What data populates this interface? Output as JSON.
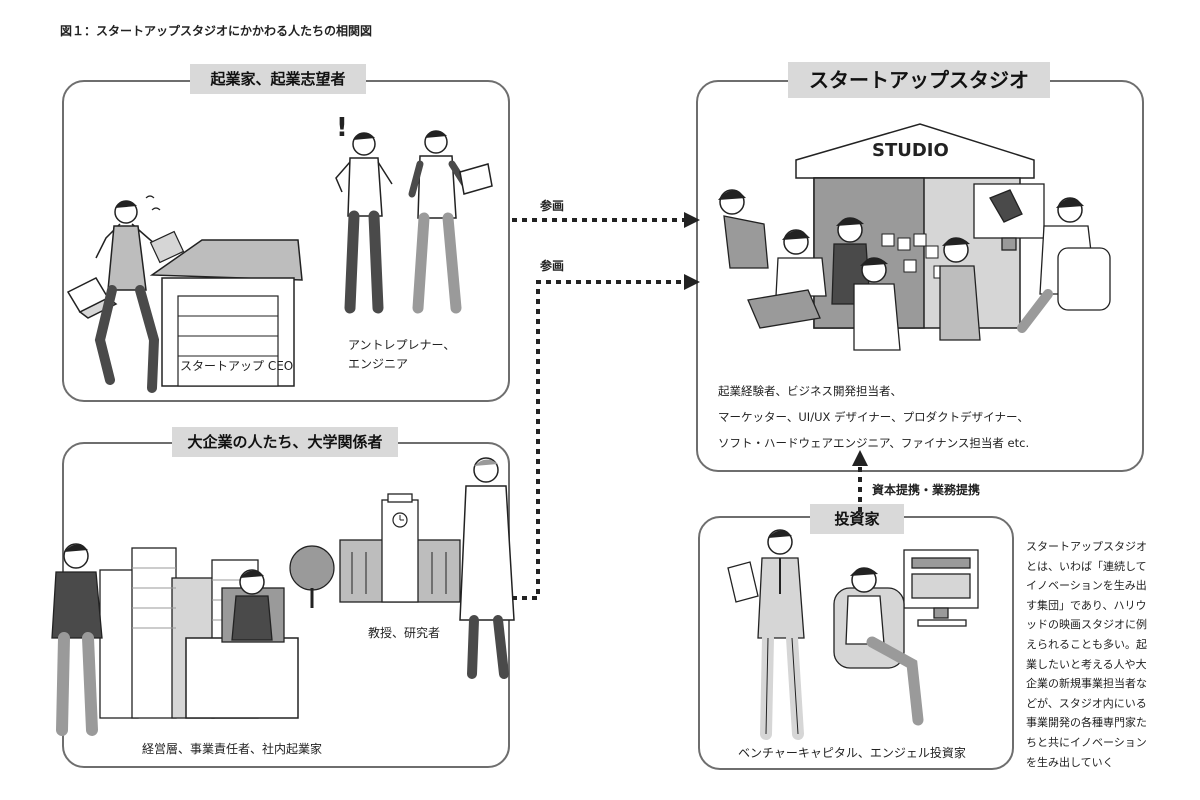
{
  "figure_title": "図１：スタートアップスタジオにかかわる人たちの相関図",
  "panels": {
    "entrepreneurs": {
      "title": "起業家、起業志望者",
      "labels": {
        "ceo": "スタートアップ CEO",
        "engineer_line1": "アントレプレナー、",
        "engineer_line2": "エンジニア"
      },
      "garage_sign": "",
      "exclamation": "!"
    },
    "corporate": {
      "title": "大企業の人たち、大学関係者",
      "labels": {
        "executives": "経営層、事業責任者、社内起業家",
        "professors": "教授、研究者"
      }
    },
    "studio": {
      "title": "スタートアップスタジオ",
      "building_sign": "STUDIO",
      "description": [
        "起業経験者、ビジネス開発担当者、",
        "マーケッター、UI/UX デザイナー、プロダクトデザイナー、",
        "ソフト・ハードウェアエンジニア、ファイナンス担当者 etc."
      ]
    },
    "investors": {
      "title": "投資家",
      "labels": {
        "investors": "ベンチャーキャピタル、エンジェル投資家"
      }
    }
  },
  "flows": {
    "join_top": "参画",
    "join_bottom": "参画",
    "investment": "資本提携・業務提携"
  },
  "side_note": "スタートアップスタジオとは、いわば「連続してイノベーションを生み出す集団」であり、ハリウッドの映画スタジオに例えられることも多い。起業したいと考える人や大企業の新規事業担当者などが、スタジオ内にいる事業開発の各種専門家たちと共にイノベーションを生み出していく",
  "colors": {
    "border": "#6e6e6e",
    "tab_bg": "#d9d9d9",
    "ink": "#222222",
    "gray_fill": "#9a9a9a",
    "light_fill": "#d6d6d6",
    "dark_fill": "#4a4a4a"
  }
}
